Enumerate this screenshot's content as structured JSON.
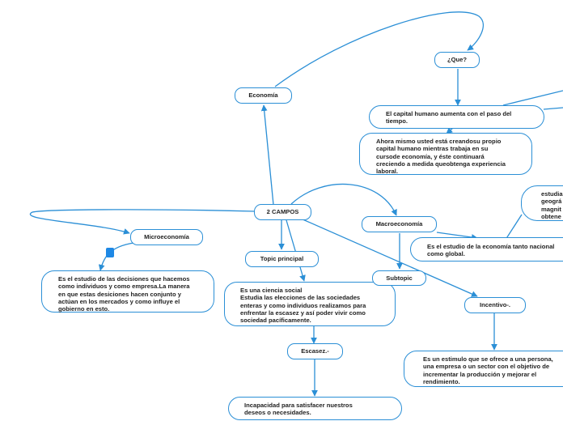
{
  "colors": {
    "line": "#2b8fd6",
    "accent": "#1e88e5"
  },
  "nodes": {
    "que": "¿Que?",
    "economia": "Economía",
    "capital": "El capital humano aumenta con el paso del\ntiempo.",
    "ahora": "Ahora mismo usted está creandosu propio\ncapital humano mientras trabaja en su\ncursode economía, y éste continuará\ncreciendo a medida queobtenga experiencia\nlaboral.",
    "dos_campos": "2 CAMPOS",
    "macroeconomia": "Macroeconomía",
    "estudia": "estudia\ngeográ\nmagnit\nobtene",
    "macro_def": "Es el estudio de la economía tanto nacional\ncomo global.",
    "microeconomia": "Microeconomía",
    "micro_def": "Es el estudio de las decisiones que hacemos\ncomo individuos y como empresa.La manera\nen que estas desiciones hacen conjunto y\nactúan en los mercados y como influye el\ngobierno en esto.",
    "topic_principal": "Topic principal",
    "ciencia": "Es una ciencia social\nEstudia las elecciones de las sociedades\nenteras y como individuos realizamos  para\nenfrentar la escasez y así poder vivir como\nsociedad pacíficamente.",
    "subtopic": "Subtopic",
    "incentivo": "Incentivo-.",
    "incentivo_def": "Es un estimulo que se ofrece a una persona,\nuna empresa o un sector con el objetivo de\nincrementar la producción y mejorar el\nrendimiento.",
    "escasez": "Escasez.-",
    "escasez_def": "Incapacidad para satisfacer nuestros\ndeseos o necesidades."
  }
}
